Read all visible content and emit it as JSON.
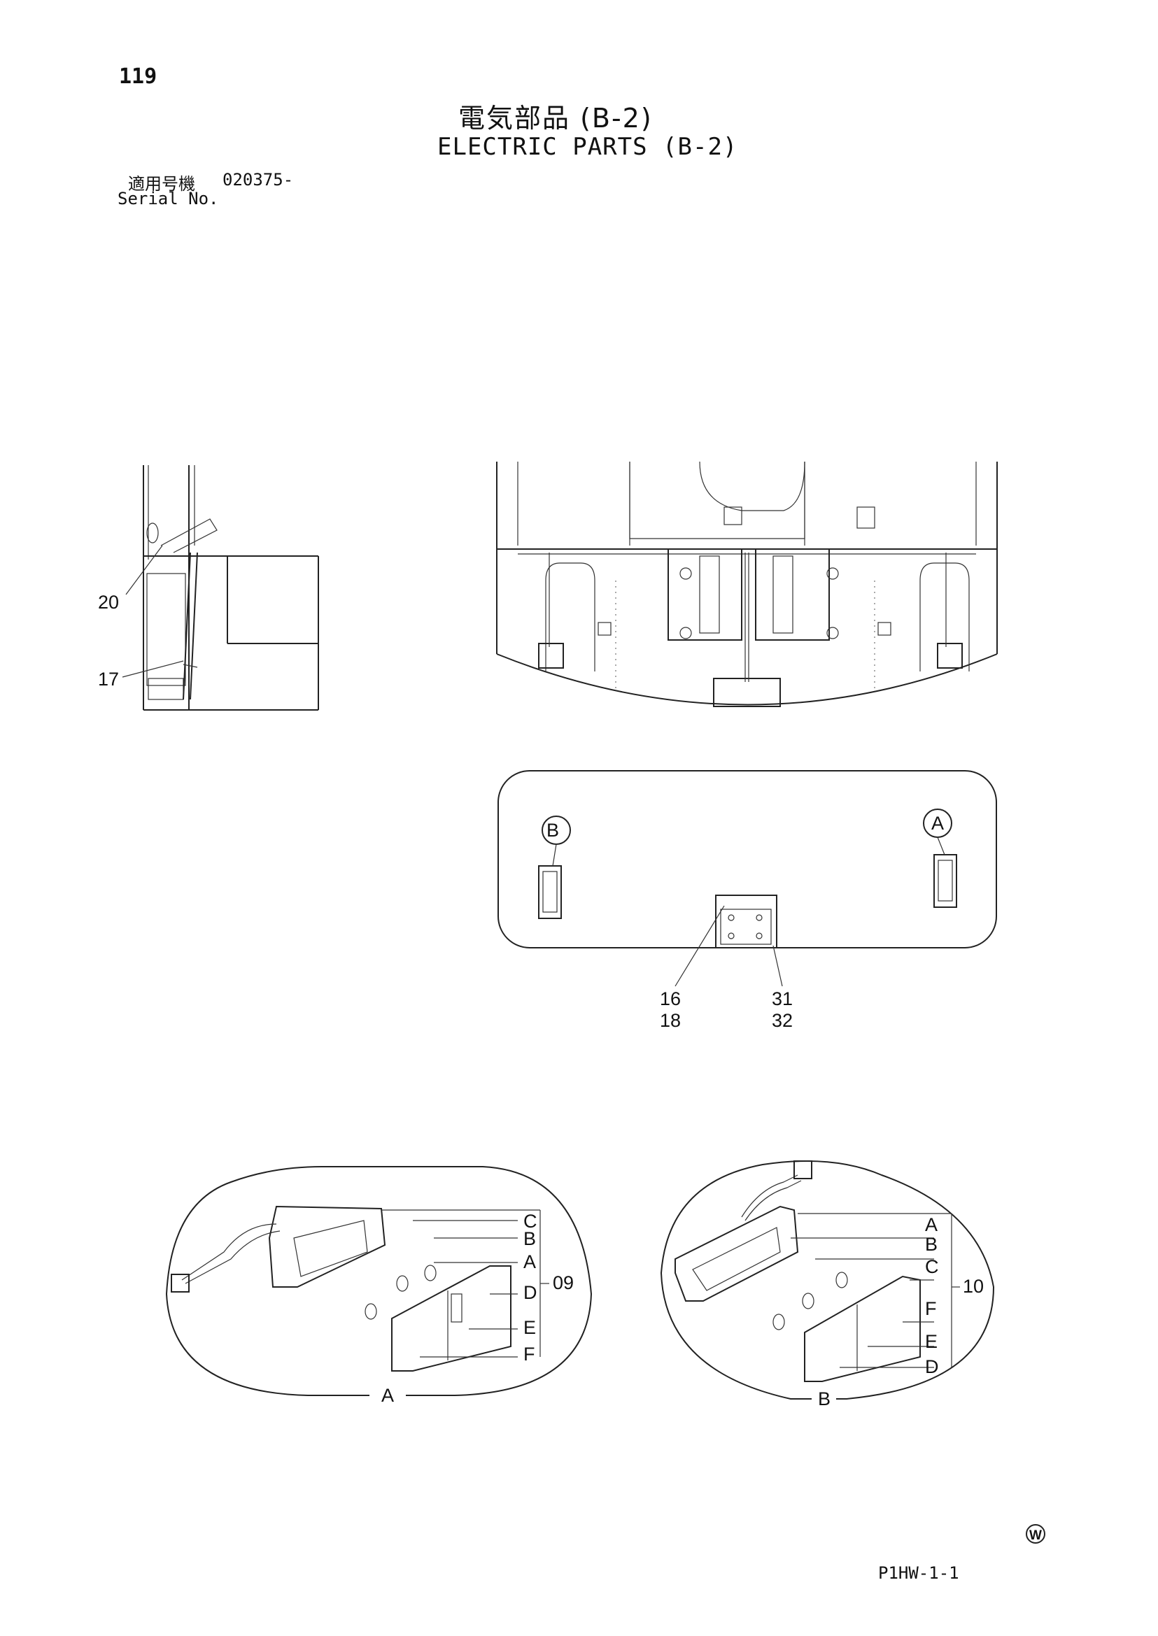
{
  "header": {
    "page_number": "119",
    "title_jp": "電気部品 (B-2)",
    "title_en": "ELECTRIC PARTS (B-2)",
    "serial_label_jp": "適用号機",
    "serial_value": "020375-",
    "serial_label_en": "Serial No."
  },
  "callouts": {
    "side_view": [
      "20",
      "17"
    ],
    "bottom_view": [
      "16",
      "18",
      "31",
      "32"
    ],
    "detail_markers": [
      "B",
      "A"
    ],
    "detail_a": {
      "assembly": "09",
      "letters": [
        "C",
        "B",
        "A",
        "D",
        "E",
        "F"
      ],
      "caption": "A"
    },
    "detail_b": {
      "assembly": "10",
      "letters": [
        "A",
        "B",
        "C",
        "F",
        "E",
        "D"
      ],
      "caption": "B"
    }
  },
  "footer": {
    "doc_code": "P1HW-1-1"
  }
}
